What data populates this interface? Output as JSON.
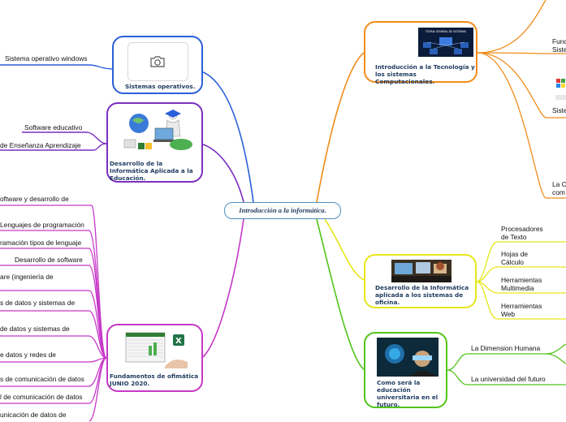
{
  "central": {
    "title": "Introducción a la informática."
  },
  "main_nodes": {
    "sistemas": {
      "title": "Sistemas operativos.",
      "color": "#2b5fd9",
      "icon": "camera-icon"
    },
    "desarrollo_edu": {
      "title": "Desarrollo de la Informática Aplicada a la Educación.",
      "color": "#7b2fbf"
    },
    "fundamentos": {
      "title": "Fundamentos de ofimática JUNIO 2020.",
      "color": "#c638c8"
    },
    "intro_tec": {
      "title": "Introducción a la Tecnología y los sistemas Computacionales.",
      "color": "#f08c1a",
      "image_text": "TEORIA GENERAL DE SISTEMAS"
    },
    "oficina": {
      "title": "Desarrollo de la Informática aplicada a los sistemas de oficina.",
      "color": "#e6e619"
    },
    "universidad": {
      "title": "Como será la educación universitaria en el futuro.",
      "color": "#52c41a"
    }
  },
  "leaves": {
    "sistemas": [
      "Sistema operativo windows"
    ],
    "desarrollo_edu": [
      "Software educativo",
      "de Enseñanza Aprendizaje"
    ],
    "fundamentos": [
      "oftware y desarrollo de",
      "Lenguajes de programación",
      "ramación tipos de lenguaje",
      "Desarrollo de software",
      "are (ingeniería de",
      "s de datos y sistemas de",
      "de datos y sistemas de",
      "e datos y redes de",
      "s de comunicación de datos",
      "l de comunicación de datos",
      "unicación de datos de"
    ],
    "intro_tec": [
      "Func",
      "Siste",
      "Siste",
      "La C",
      "com"
    ],
    "oficina": [
      "Procesadores de Texto",
      "Hojas de Cálculo",
      "Herramientas Multimedia",
      "Herramientas Web"
    ],
    "universidad": [
      "La Dimension Humana",
      "La universidad del futuro"
    ]
  }
}
